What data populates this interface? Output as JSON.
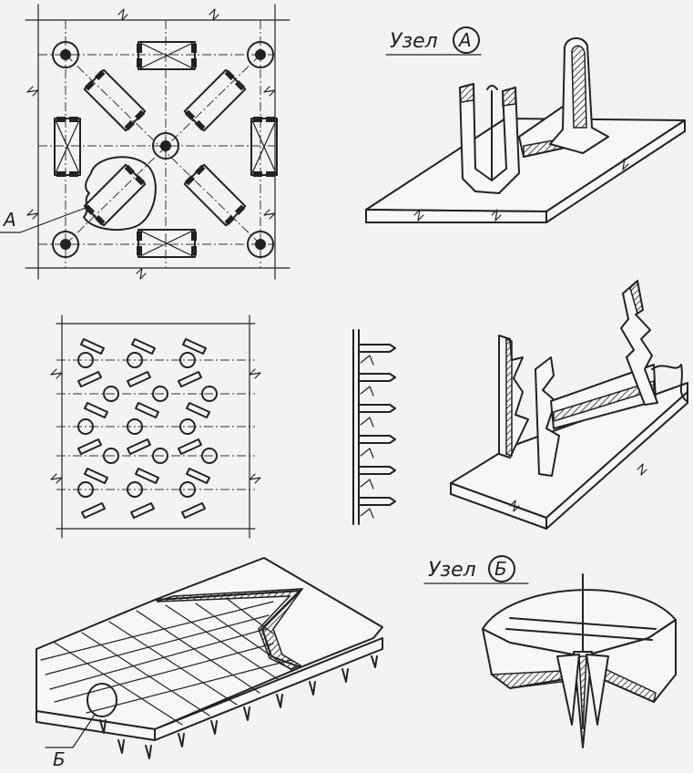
{
  "labels": {
    "node_a_title": "Узел",
    "node_a_letter": "А",
    "node_b_title": "Узел",
    "node_b_letter": "Б",
    "callout_a": "А",
    "callout_b": "Б"
  },
  "colors": {
    "ink": "#222222",
    "paper": "#f3f3f1"
  }
}
